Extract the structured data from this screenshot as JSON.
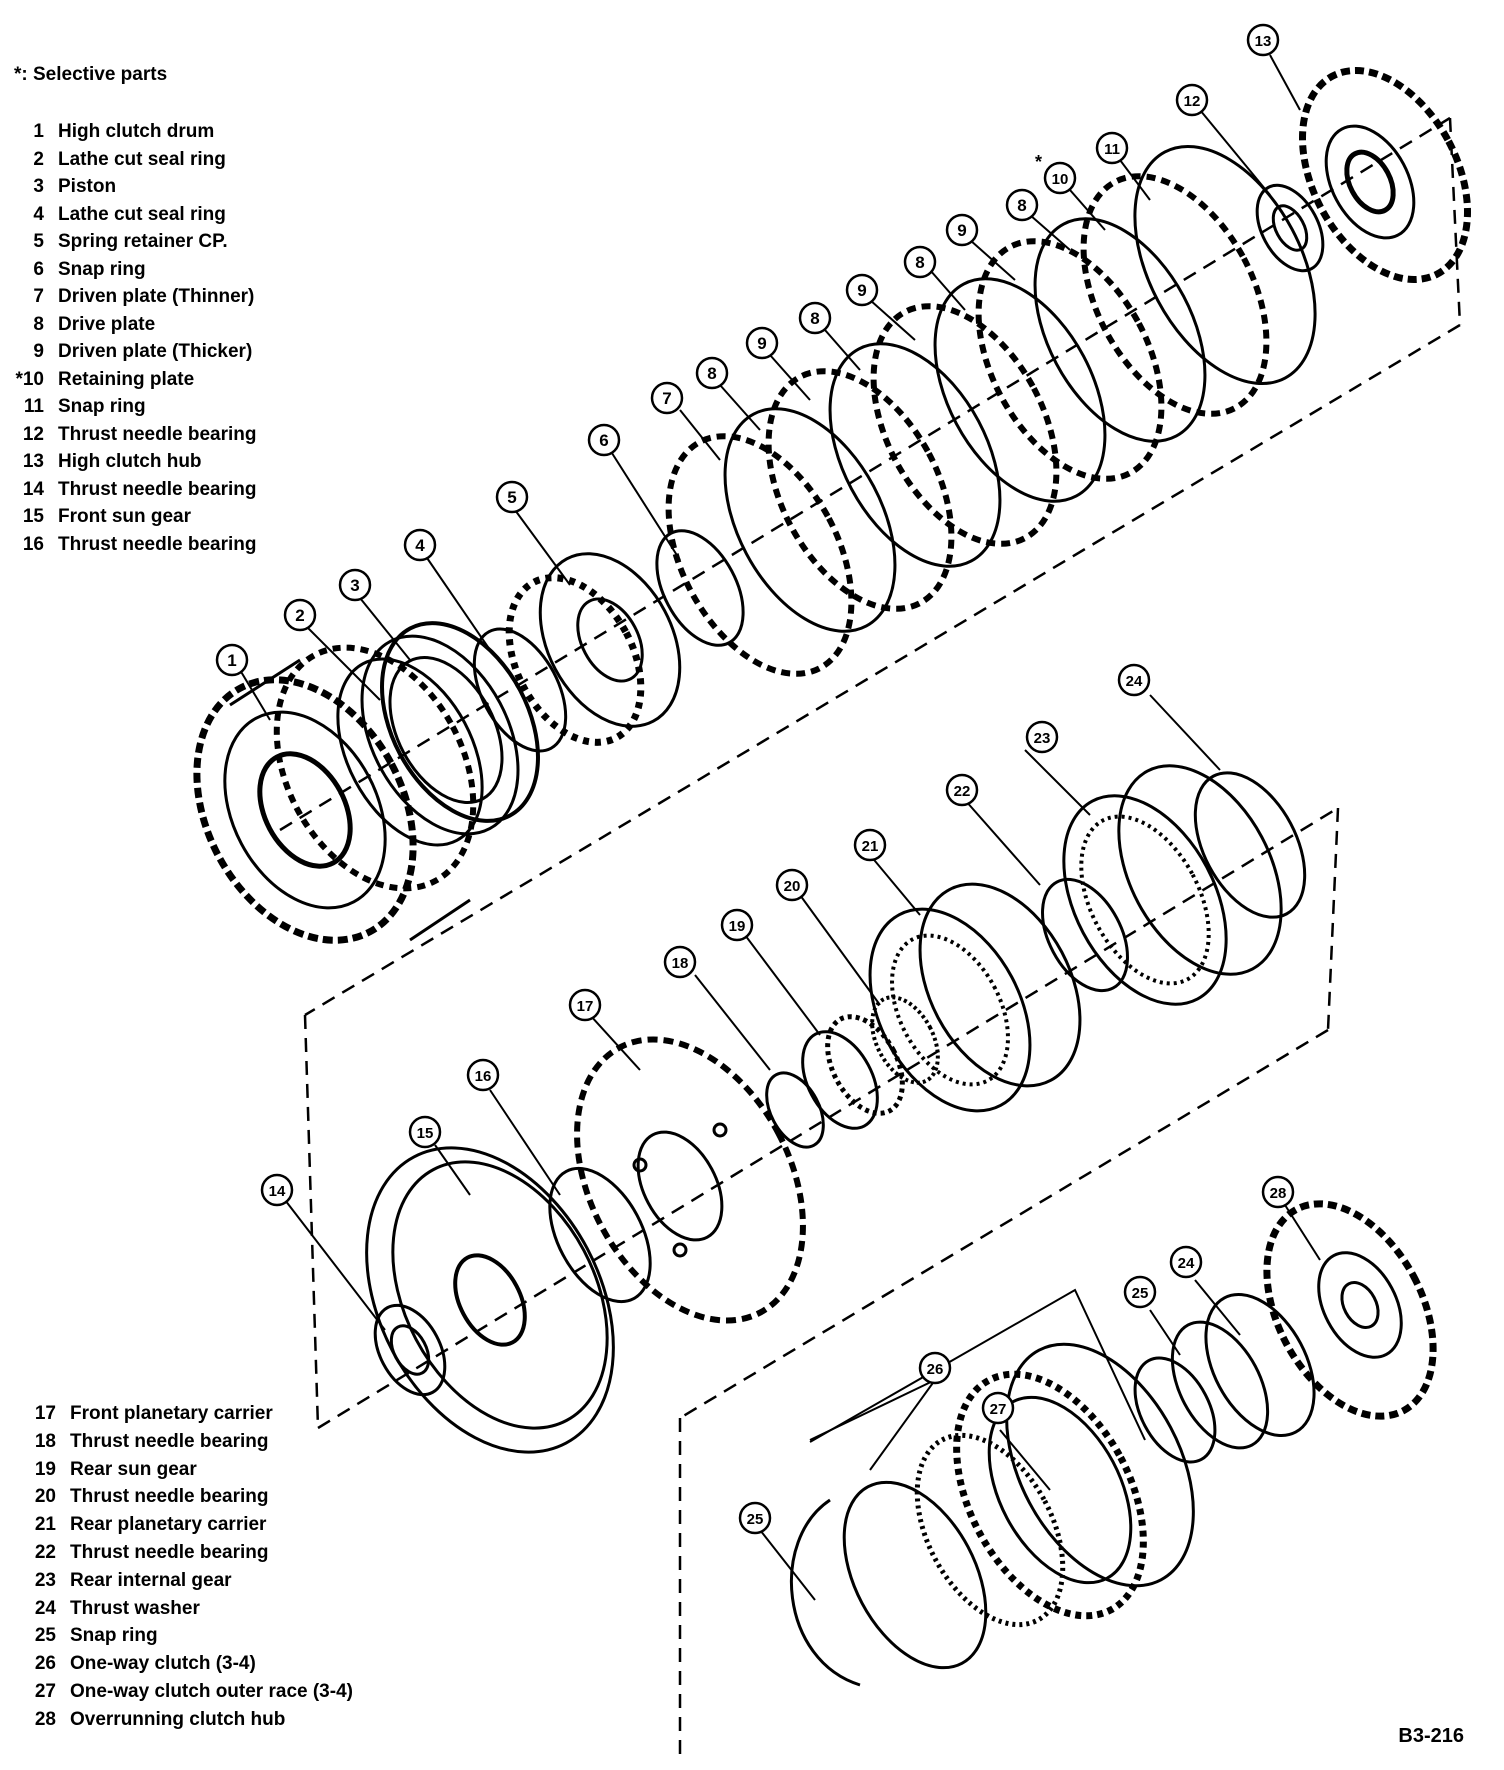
{
  "selective_note": "*: Selective parts",
  "legend_top": [
    {
      "num": "1",
      "label": "High clutch drum"
    },
    {
      "num": "2",
      "label": "Lathe cut seal ring"
    },
    {
      "num": "3",
      "label": "Piston"
    },
    {
      "num": "4",
      "label": "Lathe cut seal ring"
    },
    {
      "num": "5",
      "label": "Spring retainer CP."
    },
    {
      "num": "6",
      "label": "Snap ring"
    },
    {
      "num": "7",
      "label": "Driven plate (Thinner)"
    },
    {
      "num": "8",
      "label": "Drive plate"
    },
    {
      "num": "9",
      "label": "Driven plate (Thicker)"
    },
    {
      "num": "*10",
      "label": "Retaining plate"
    },
    {
      "num": "11",
      "label": "Snap ring"
    },
    {
      "num": "12",
      "label": "Thrust needle bearing"
    },
    {
      "num": "13",
      "label": "High clutch hub"
    },
    {
      "num": "14",
      "label": "Thrust needle bearing"
    },
    {
      "num": "15",
      "label": "Front sun gear"
    },
    {
      "num": "16",
      "label": "Thrust needle bearing"
    }
  ],
  "legend_bottom": [
    {
      "num": "17",
      "label": "Front planetary carrier"
    },
    {
      "num": "18",
      "label": "Thrust needle bearing"
    },
    {
      "num": "19",
      "label": "Rear sun gear"
    },
    {
      "num": "20",
      "label": "Thrust needle bearing"
    },
    {
      "num": "21",
      "label": "Rear planetary carrier"
    },
    {
      "num": "22",
      "label": "Thrust needle bearing"
    },
    {
      "num": "23",
      "label": "Rear internal gear"
    },
    {
      "num": "24",
      "label": "Thrust washer"
    },
    {
      "num": "25",
      "label": "Snap ring"
    },
    {
      "num": "26",
      "label": "One-way clutch (3-4)"
    },
    {
      "num": "27",
      "label": "One-way clutch outer race (3-4)"
    },
    {
      "num": "28",
      "label": "Overrunning clutch hub"
    }
  ],
  "callouts": [
    {
      "id": "1",
      "label": "1"
    },
    {
      "id": "2",
      "label": "2"
    },
    {
      "id": "3",
      "label": "3"
    },
    {
      "id": "4",
      "label": "4"
    },
    {
      "id": "5",
      "label": "5"
    },
    {
      "id": "6",
      "label": "6"
    },
    {
      "id": "7",
      "label": "7"
    },
    {
      "id": "8a",
      "label": "8"
    },
    {
      "id": "9a",
      "label": "9"
    },
    {
      "id": "8b",
      "label": "8"
    },
    {
      "id": "9b",
      "label": "9"
    },
    {
      "id": "8c",
      "label": "8"
    },
    {
      "id": "9c",
      "label": "9"
    },
    {
      "id": "8d",
      "label": "8"
    },
    {
      "id": "10",
      "label": "10"
    },
    {
      "id": "11",
      "label": "11"
    },
    {
      "id": "12",
      "label": "12"
    },
    {
      "id": "13",
      "label": "13"
    },
    {
      "id": "14",
      "label": "14"
    },
    {
      "id": "15",
      "label": "15"
    },
    {
      "id": "16",
      "label": "16"
    },
    {
      "id": "17",
      "label": "17"
    },
    {
      "id": "18",
      "label": "18"
    },
    {
      "id": "19",
      "label": "19"
    },
    {
      "id": "20",
      "label": "20"
    },
    {
      "id": "21",
      "label": "21"
    },
    {
      "id": "22",
      "label": "22"
    },
    {
      "id": "23",
      "label": "23"
    },
    {
      "id": "24a",
      "label": "24"
    },
    {
      "id": "24b",
      "label": "24"
    },
    {
      "id": "25a",
      "label": "25"
    },
    {
      "id": "25b",
      "label": "25"
    },
    {
      "id": "26",
      "label": "26"
    },
    {
      "id": "27",
      "label": "27"
    },
    {
      "id": "28",
      "label": "28"
    }
  ],
  "selective_marker": "*",
  "figure_code": "B3-216"
}
